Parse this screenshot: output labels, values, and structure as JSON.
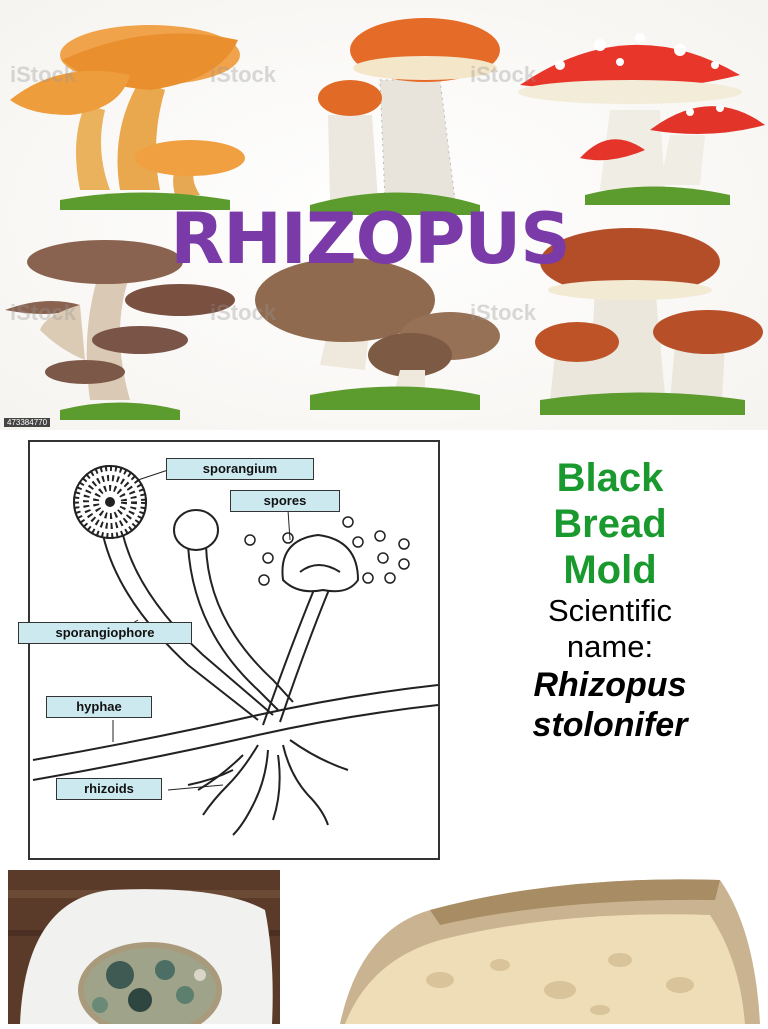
{
  "page": {
    "title": "RHIZOPUS",
    "title_color": "#7a3aa8",
    "stock_id": "473384770",
    "watermarks": [
      "iStock",
      "iStock",
      "iStock",
      "iStock",
      "iStock",
      "iStock"
    ]
  },
  "diagram": {
    "labels": {
      "sporangium": "sporangium",
      "spores": "spores",
      "sporangiophore": "sporangiophore",
      "hyphae": "hyphae",
      "rhizoids": "rhizoids"
    },
    "label_color": "#cce9ef"
  },
  "caption": {
    "common_name_lines": [
      "Black",
      "Bread",
      "Mold"
    ],
    "common_name_color": "#1a9a2e",
    "scientific_label_lines": [
      "Scientific",
      "name:"
    ],
    "scientific_name_lines": [
      "Rhizopus",
      "stolonifer"
    ]
  },
  "photos": {
    "left": "moldy-bread-on-plate",
    "right": "bread-loaf"
  }
}
